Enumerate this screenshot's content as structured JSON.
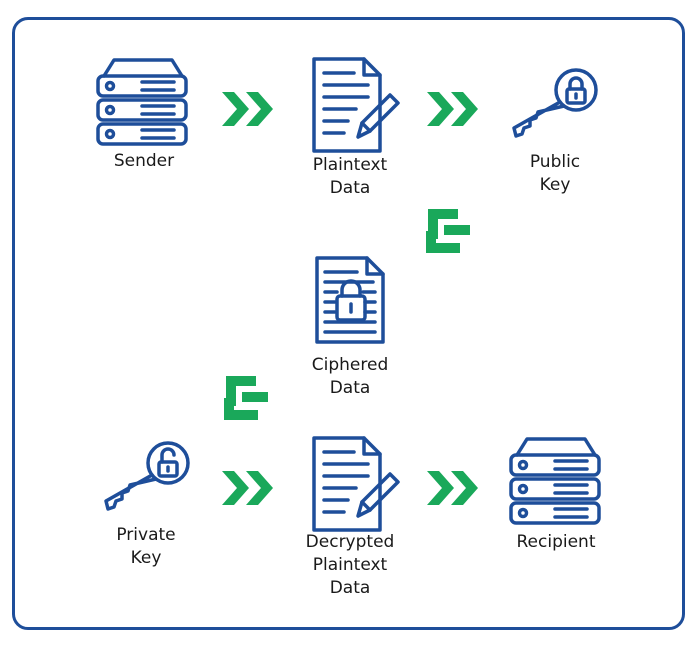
{
  "nodes": {
    "sender": {
      "lines": [
        "Sender"
      ]
    },
    "plaintext": {
      "lines": [
        "Plaintext",
        "Data"
      ]
    },
    "public_key": {
      "lines": [
        "Public",
        "Key"
      ]
    },
    "ciphered": {
      "lines": [
        "Ciphered",
        "Data"
      ]
    },
    "private_key": {
      "lines": [
        "Private",
        "Key"
      ]
    },
    "decrypted": {
      "lines": [
        "Decrypted",
        "Plaintext",
        "Data"
      ]
    },
    "recipient": {
      "lines": [
        "Recipient"
      ]
    }
  },
  "colors": {
    "icon": "#1e4e9a",
    "arrow": "#1aa85a",
    "frame": "#1e4e9a",
    "text": "#1a1a1a"
  },
  "icons": {
    "sender": "server-icon",
    "plaintext": "document-edit-icon",
    "public_key": "key-lock-icon",
    "ciphered": "locked-document-icon",
    "private_key": "key-unlock-icon",
    "decrypted": "document-edit-icon",
    "recipient": "server-icon"
  }
}
